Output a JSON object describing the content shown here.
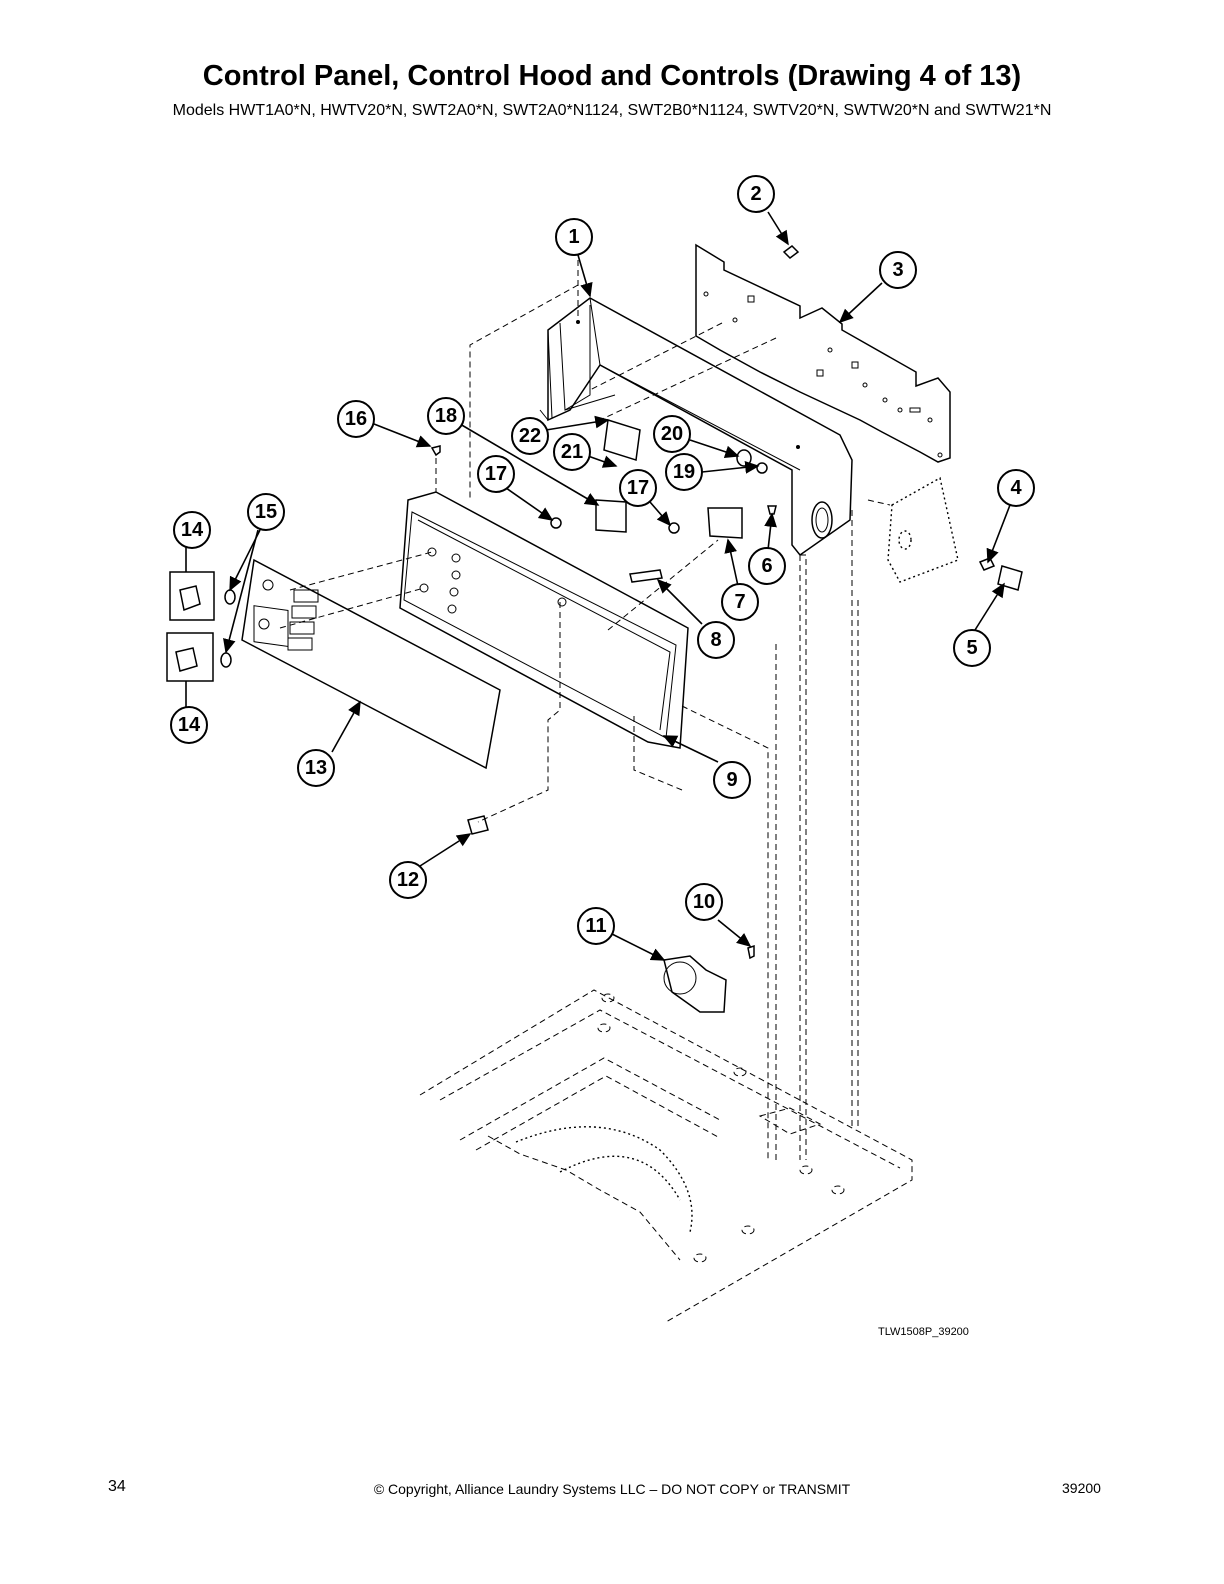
{
  "header": {
    "title": "Control Panel, Control Hood and Controls (Drawing 4 of 13)",
    "models": "Models HWT1A0*N, HWTV20*N, SWT2A0*N, SWT2A0*N1124, SWT2B0*N1124, SWTV20*N, SWTW20*N and SWTW21*N"
  },
  "diagram": {
    "drawing_code": "TLW1508P_39200",
    "callouts": [
      "1",
      "2",
      "3",
      "4",
      "5",
      "6",
      "7",
      "8",
      "9",
      "10",
      "11",
      "12",
      "13",
      "14",
      "14",
      "15",
      "16",
      "17",
      "17",
      "18",
      "19",
      "20",
      "21",
      "22"
    ]
  },
  "footer": {
    "page_number": "34",
    "copyright": "© Copyright, Alliance Laundry Systems LLC – DO NOT COPY or TRANSMIT",
    "doc_number": "39200"
  }
}
